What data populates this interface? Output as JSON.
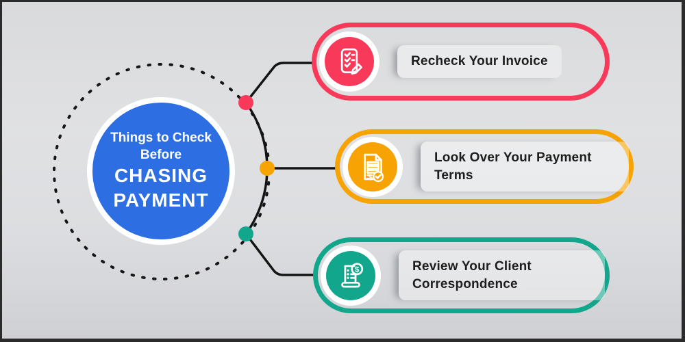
{
  "center": {
    "line1": "Things to Check",
    "line2": "Before",
    "line3": "CHASING",
    "line4": "PAYMENT"
  },
  "items": [
    {
      "label": "Recheck Your Invoice",
      "accent": "#f8395a",
      "icon": "checklist-pencil-icon"
    },
    {
      "label": "Look Over Your Payment Terms",
      "accent": "#f6a303",
      "icon": "invoice-dollar-check-icon"
    },
    {
      "label": "Review Your Client Correspondence",
      "accent": "#12a78c",
      "icon": "receipt-dollar-icon"
    }
  ],
  "glyphs": {
    "dollar": "$"
  },
  "colors": {
    "center_circle": "#2d6fe2",
    "center_ring": "#ffffff",
    "background": "#dcdde0",
    "connector_line": "#141414",
    "label_text": "#1d1d1d",
    "frame_border": "#2b2b2b",
    "node_red": "#f8395a",
    "node_orange": "#f6a303",
    "node_teal": "#12a78c"
  }
}
